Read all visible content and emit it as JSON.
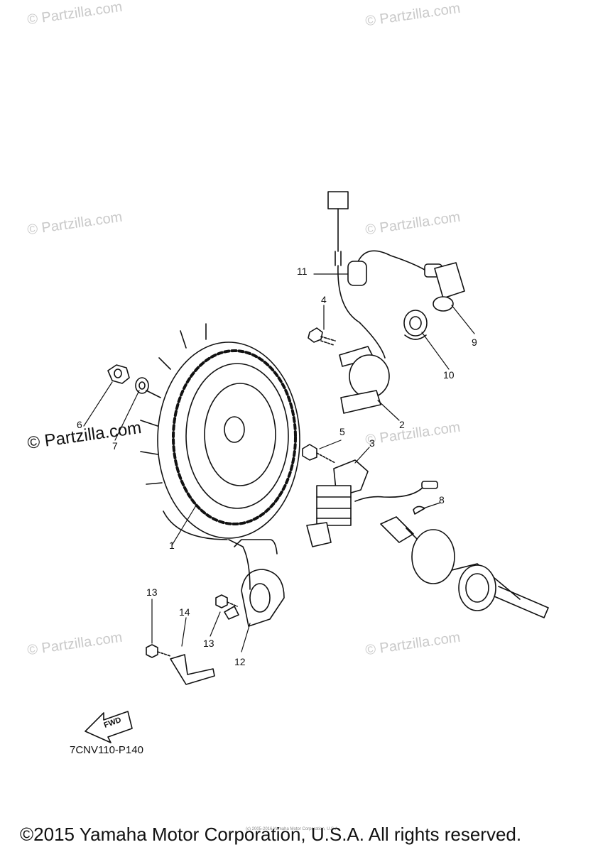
{
  "watermarks": [
    "© Partzilla.com",
    "© Partzilla.com",
    "© Partzilla.com",
    "© Partzilla.com",
    "© Partzilla.com",
    "© Partzilla.com",
    "© Partzilla.com",
    "© Partzilla.com"
  ],
  "callouts": [
    "1",
    "2",
    "3",
    "4",
    "5",
    "6",
    "7",
    "8",
    "9",
    "10",
    "11",
    "12",
    "13",
    "13",
    "14"
  ],
  "fwd_label": "FWD",
  "diagram_code": "7CNV110-P140",
  "small_print": "(c) 2005-2016 Yamaha Motor Corporation, U.S.A.",
  "copyright": "©2015 Yamaha Motor Corporation, U.S.A. All rights reserved."
}
